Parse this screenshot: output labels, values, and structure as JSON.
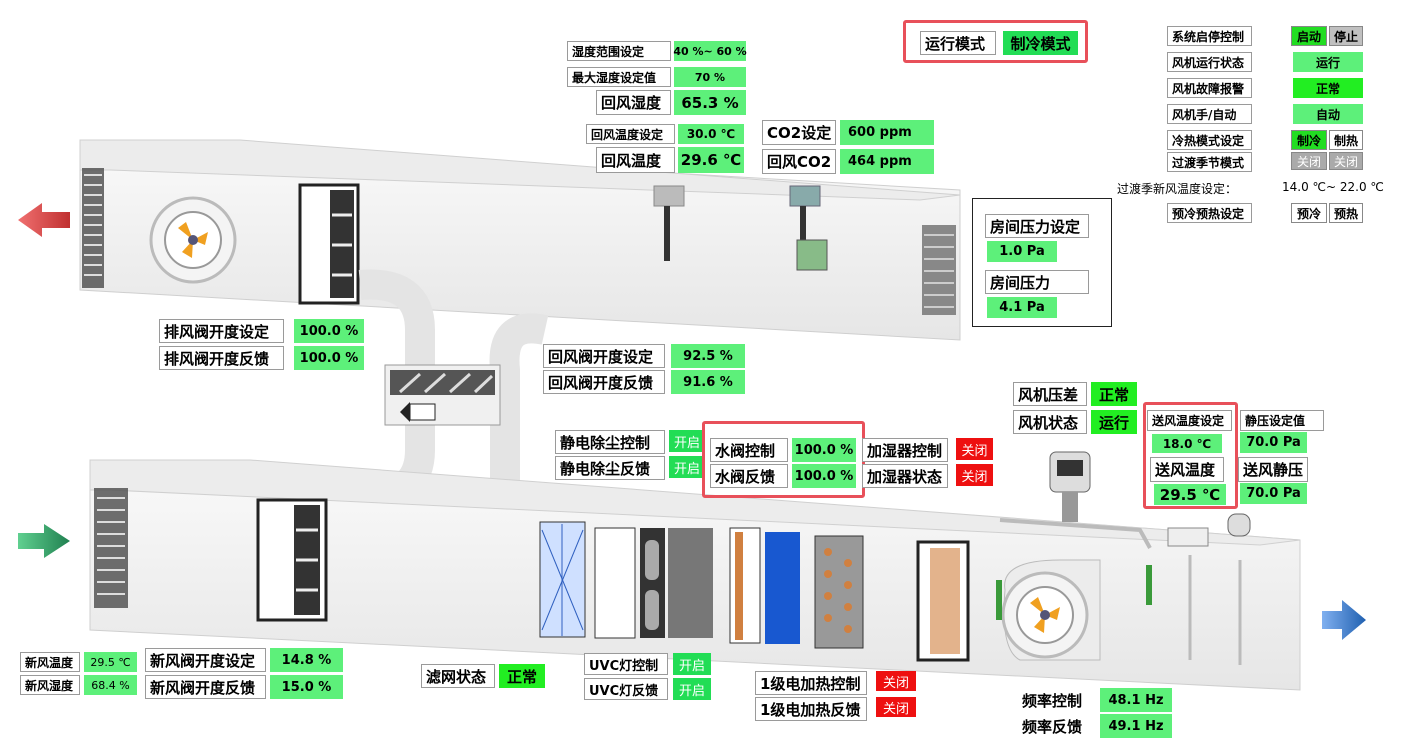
{
  "run_mode": {
    "label": "运行模式",
    "value": "制冷模式"
  },
  "humidity": {
    "range_label": "湿度范围设定",
    "range_value": "40 %~ 60 %",
    "max_label": "最大湿度设定值",
    "max_value": "70 %",
    "return_label": "回风湿度",
    "return_value": "65.3 %"
  },
  "return_temp": {
    "set_label": "回风温度设定",
    "set_value": "30.0 ℃",
    "label": "回风温度",
    "value": "29.6 ℃"
  },
  "co2": {
    "set_label": "CO2设定",
    "set_value": "600 ppm",
    "label": "回风CO2",
    "value": "464 ppm"
  },
  "system": {
    "start_stop_label": "系统启停控制",
    "start": "启动",
    "stop": "停止",
    "fan_run_label": "风机运行状态",
    "fan_run_value": "运行",
    "fan_fault_label": "风机故障报警",
    "fan_fault_value": "正常",
    "fan_mode_label": "风机手/自动",
    "fan_mode_value": "自动",
    "hc_label": "冷热模式设定",
    "cool": "制冷",
    "heat": "制热",
    "transition_label": "过渡季节模式",
    "close1": "关闭",
    "close2": "关闭",
    "transition_temp_label": "过渡季新风温度设定：",
    "transition_temp_value": "14.0 ℃~ 22.0 ℃",
    "precool_label": "预冷预热设定",
    "precool": "预冷",
    "preheat": "预热"
  },
  "room_pressure": {
    "set_label": "房间压力设定",
    "set_value": "1.0 Pa",
    "label": "房间压力",
    "value": "4.1 Pa"
  },
  "exhaust_damper": {
    "set_label": "排风阀开度设定",
    "set_value": "100.0 %",
    "fb_label": "排风阀开度反馈",
    "fb_value": "100.0 %"
  },
  "return_damper": {
    "set_label": "回风阀开度设定",
    "set_value": "92.5 %",
    "fb_label": "回风阀开度反馈",
    "fb_value": "91.6 %"
  },
  "esp": {
    "ctrl_label": "静电除尘控制",
    "ctrl_value": "开启",
    "fb_label": "静电除尘反馈",
    "fb_value": "开启"
  },
  "water_valve": {
    "ctrl_label": "水阀控制",
    "ctrl_value": "100.0 %",
    "fb_label": "水阀反馈",
    "fb_value": "100.0 %"
  },
  "humidifier": {
    "ctrl_label": "加湿器控制",
    "ctrl_value": "关闭",
    "status_label": "加湿器状态",
    "status_value": "关闭"
  },
  "fan_dp": {
    "label": "风机压差",
    "value": "正常"
  },
  "fan_status": {
    "label": "风机状态",
    "value": "运行"
  },
  "supply_temp": {
    "set_label": "送风温度设定",
    "set_value": "18.0 ℃",
    "label": "送风温度",
    "value": "29.5 ℃"
  },
  "static_pressure": {
    "set_label": "静压设定值",
    "set_value": "70.0 Pa",
    "label": "送风静压",
    "value": "70.0 Pa"
  },
  "fresh_air": {
    "temp_label": "新风温度",
    "temp_value": "29.5 ℃",
    "hum_label": "新风湿度",
    "hum_value": "68.4 %"
  },
  "fresh_damper": {
    "set_label": "新风阀开度设定",
    "set_value": "14.8 %",
    "fb_label": "新风阀开度反馈",
    "fb_value": "15.0 %"
  },
  "filter": {
    "label": "滤网状态",
    "value": "正常"
  },
  "uvc": {
    "ctrl_label": "UVC灯控制",
    "ctrl_value": "开启",
    "fb_label": "UVC灯反馈",
    "fb_value": "开启"
  },
  "heater": {
    "ctrl_label": "1级电加热控制",
    "ctrl_value": "关闭",
    "fb_label": "1级电加热反馈",
    "fb_value": "关闭"
  },
  "frequency": {
    "ctrl_label": "频率控制",
    "ctrl_value": "48.1 Hz",
    "fb_label": "频率反馈",
    "fb_value": "49.1 Hz"
  },
  "colors": {
    "value_green": "#5df07a",
    "status_green": "#22dd22",
    "alarm_red": "#ee1010",
    "highlight": "#e8505a",
    "exhaust_arrow": "#e05050",
    "fresh_arrow": "#30b060",
    "supply_arrow": "#3a80d0"
  },
  "icons": [
    "exhaust-arrow-icon",
    "fresh-air-arrow-icon",
    "supply-arrow-icon",
    "fan-icon",
    "damper-icon",
    "sensor-icon"
  ]
}
